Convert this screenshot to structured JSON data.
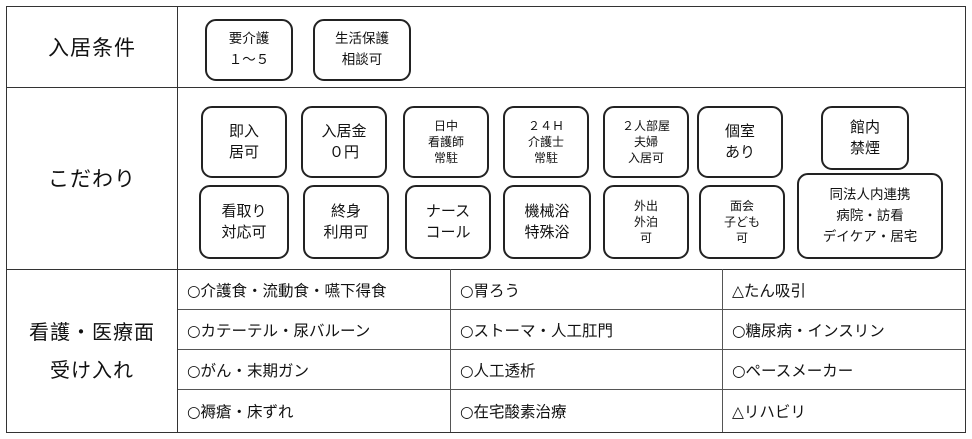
{
  "conditions": {
    "label": "入居条件",
    "chips": [
      {
        "lines": [
          "要介護",
          "１～５"
        ]
      },
      {
        "lines": [
          "生活保護",
          "相談可"
        ]
      }
    ]
  },
  "features": {
    "label": "こだわり",
    "row1": [
      {
        "lines": [
          "即入",
          "居可"
        ]
      },
      {
        "lines": [
          "入居金",
          "０円"
        ]
      },
      {
        "lines": [
          "日中",
          "看護師",
          "常駐"
        ]
      },
      {
        "lines": [
          "２４Ｈ",
          "介護士",
          "常駐"
        ]
      },
      {
        "lines": [
          "２人部屋",
          "夫婦",
          "入居可"
        ]
      },
      {
        "lines": [
          "個室",
          "あり"
        ]
      },
      {
        "lines": [
          "館内",
          "禁煙"
        ]
      }
    ],
    "row2": [
      {
        "lines": [
          "看取り",
          "対応可"
        ]
      },
      {
        "lines": [
          "終身",
          "利用可"
        ]
      },
      {
        "lines": [
          "ナース",
          "コール"
        ]
      },
      {
        "lines": [
          "機械浴",
          "特殊浴"
        ]
      },
      {
        "lines": [
          "外出",
          "外泊",
          "可"
        ]
      },
      {
        "lines": [
          "面会",
          "子ども",
          "可"
        ]
      },
      {
        "lines": [
          "同法人内連携",
          "病院・訪看",
          "デイケア・居宅"
        ]
      }
    ]
  },
  "medical": {
    "label_lines": [
      "看護・医療面",
      "受け入れ"
    ],
    "rows": [
      [
        "○介護食・流動食・嚥下得食",
        "○胃ろう",
        "△たん吸引"
      ],
      [
        "○カテーテル・尿バルーン",
        "○ストーマ・人工肛門",
        "○糖尿病・インスリン"
      ],
      [
        "○がん・末期ガン",
        "○人工透析",
        "○ペースメーカー"
      ],
      [
        "○褥瘡・床ずれ",
        "○在宅酸素治療",
        "△リハビリ"
      ]
    ]
  }
}
